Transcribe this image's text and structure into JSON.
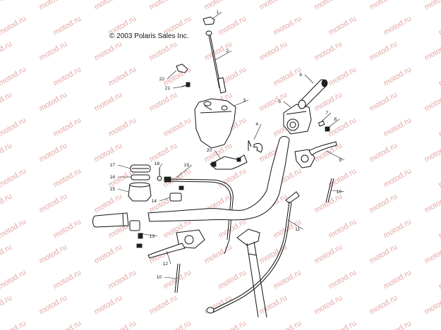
{
  "copyright": "© 2003 Polaris Sales Inc.",
  "watermark": {
    "text": "motod.ru",
    "color": "#e2a9a6"
  },
  "callouts": [
    "1",
    "2",
    "3",
    "4",
    "5",
    "6",
    "7",
    "8",
    "9",
    "10",
    "10",
    "11",
    "12",
    "13",
    "14",
    "15",
    "16",
    "17",
    "18",
    "19",
    "20",
    "21",
    "22"
  ]
}
